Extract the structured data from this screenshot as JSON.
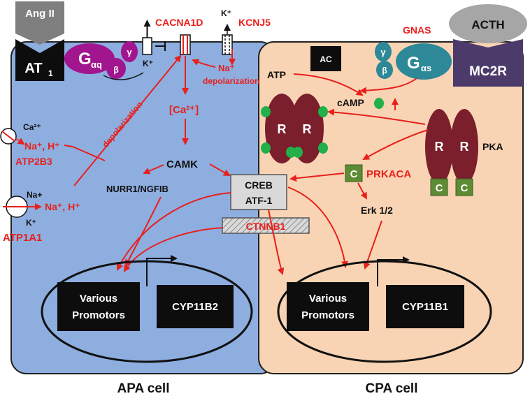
{
  "cells": {
    "apa_label": "APA cell",
    "cpa_label": "CPA cell"
  },
  "receptors": {
    "ang2": "Ang II",
    "at1_main": "AT",
    "at1_sub": "1",
    "acth": "ACTH",
    "mc2r": "MC2R"
  },
  "gproteins": {
    "gaq_main": "G",
    "gaq_sub": "αq",
    "gaq_beta": "β",
    "gaq_gamma": "γ",
    "gas_main": "G",
    "gas_sub": "αs",
    "gas_beta": "β",
    "gas_gamma": "γ",
    "gnas": "GNAS"
  },
  "channels": {
    "cacna1d": "CACNA1D",
    "kcnj5": "KCNJ5",
    "k_plus_left": "K⁺",
    "k_plus_top": "K⁺",
    "na_plus": "Na⁺",
    "depolarization_right": "depolarization",
    "depolarization_diag": "depolarization"
  },
  "apa": {
    "ca_label": "[Ca²⁺]",
    "camk": "CAMK",
    "nurr": "NURR1/NGFIB",
    "atp2b3_ca": "Ca²⁺",
    "atp2b3_ions": "Na⁺, H⁺",
    "atp2b3": "ATP2B3",
    "atp1a1_na": "Na+",
    "atp1a1_ions": "Na⁺, H⁺",
    "atp1a1_k": "K⁺",
    "atp1a1": "ATP1A1",
    "promoters_line1": "Various",
    "promoters_line2": "Promotors",
    "cyp11b2": "CYP11B2"
  },
  "shared": {
    "creb": "CREB",
    "atf1": "ATF-1",
    "ctnnb1": "CTNNB1"
  },
  "cpa": {
    "ac": "AC",
    "atp": "ATP",
    "camp": "cAMP",
    "r1": "R",
    "r2": "R",
    "pka_r1": "R",
    "pka_r2": "R",
    "pka": "PKA",
    "c_free": "C",
    "prkaca": "PRKACA",
    "pka_c1": "C",
    "pka_c2": "C",
    "erk": "Erk 1/2",
    "promoters_line1": "Various",
    "promoters_line2": "Promotors",
    "cyp11b1": "CYP11B1"
  },
  "colors": {
    "apa_fill": "#8eaee0",
    "cpa_fill": "#f9d4b4",
    "red": "#e8201c",
    "gaq": "#a1158f",
    "gas": "#2d8898",
    "mc2r": "#4c3a6b",
    "r_subunit": "#7a1f2b",
    "c_subunit": "#5e8c34"
  }
}
